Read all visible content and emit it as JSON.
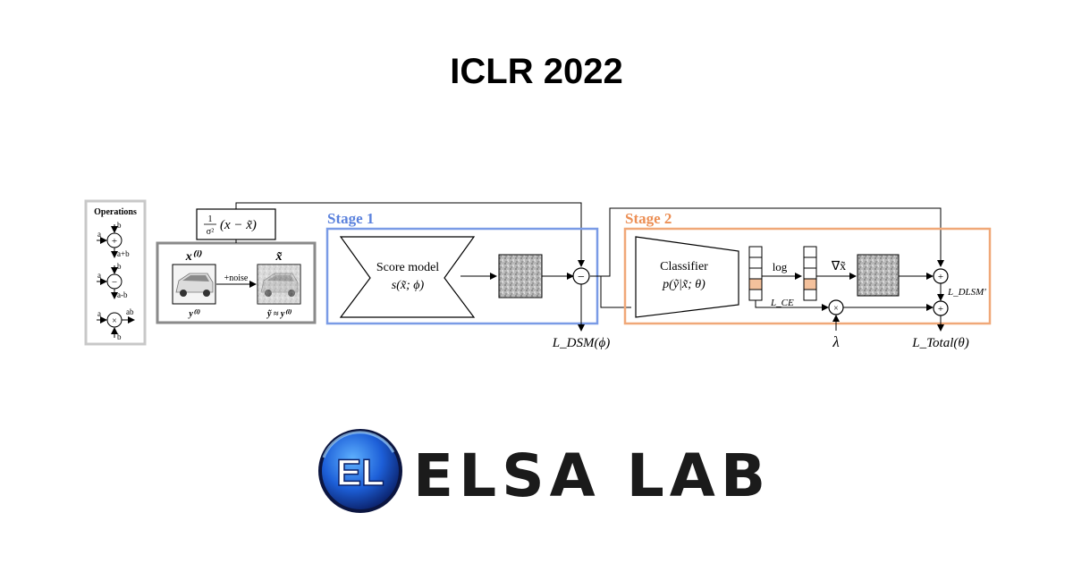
{
  "header": {
    "title": "ICLR 2022"
  },
  "operations": {
    "title": "Operations",
    "add": {
      "a": "a",
      "b": "b",
      "out": "a+b",
      "symbol": "+"
    },
    "sub": {
      "a": "a",
      "b": "b",
      "out": "a-b",
      "symbol": "−"
    },
    "mul": {
      "a": "a",
      "b": "b",
      "out": "ab",
      "symbol": "×"
    }
  },
  "noise_formula": {
    "frac_num": "1",
    "frac_den": "σ²",
    "expr": "(x − x̃)"
  },
  "input": {
    "x_label": "x⁽ⁱ⁾",
    "xt_label": "x̃",
    "noise_label": "+noise",
    "y_label": "y⁽ⁱ⁾",
    "yt_label": "ỹ ≈ y⁽ⁱ⁾"
  },
  "stage1": {
    "label": "Stage 1",
    "model_name": "Score model",
    "model_fn": "s(x̃; ϕ)",
    "loss": "L_DSM(ϕ)",
    "color": "#7a9be6"
  },
  "stage2": {
    "label": "Stage 2",
    "model_name": "Classifier",
    "model_fn": "p(ỹ|x̃; θ)",
    "log_label": "log",
    "grad_label": "∇x̃",
    "ce_label": "L_CE",
    "dlsm_label": "L_DLSM′",
    "total_label": "L_Total(θ)",
    "lambda": "λ",
    "color": "#f0a878"
  },
  "logo": {
    "mark": "EL",
    "text": "ELSA LAB"
  }
}
